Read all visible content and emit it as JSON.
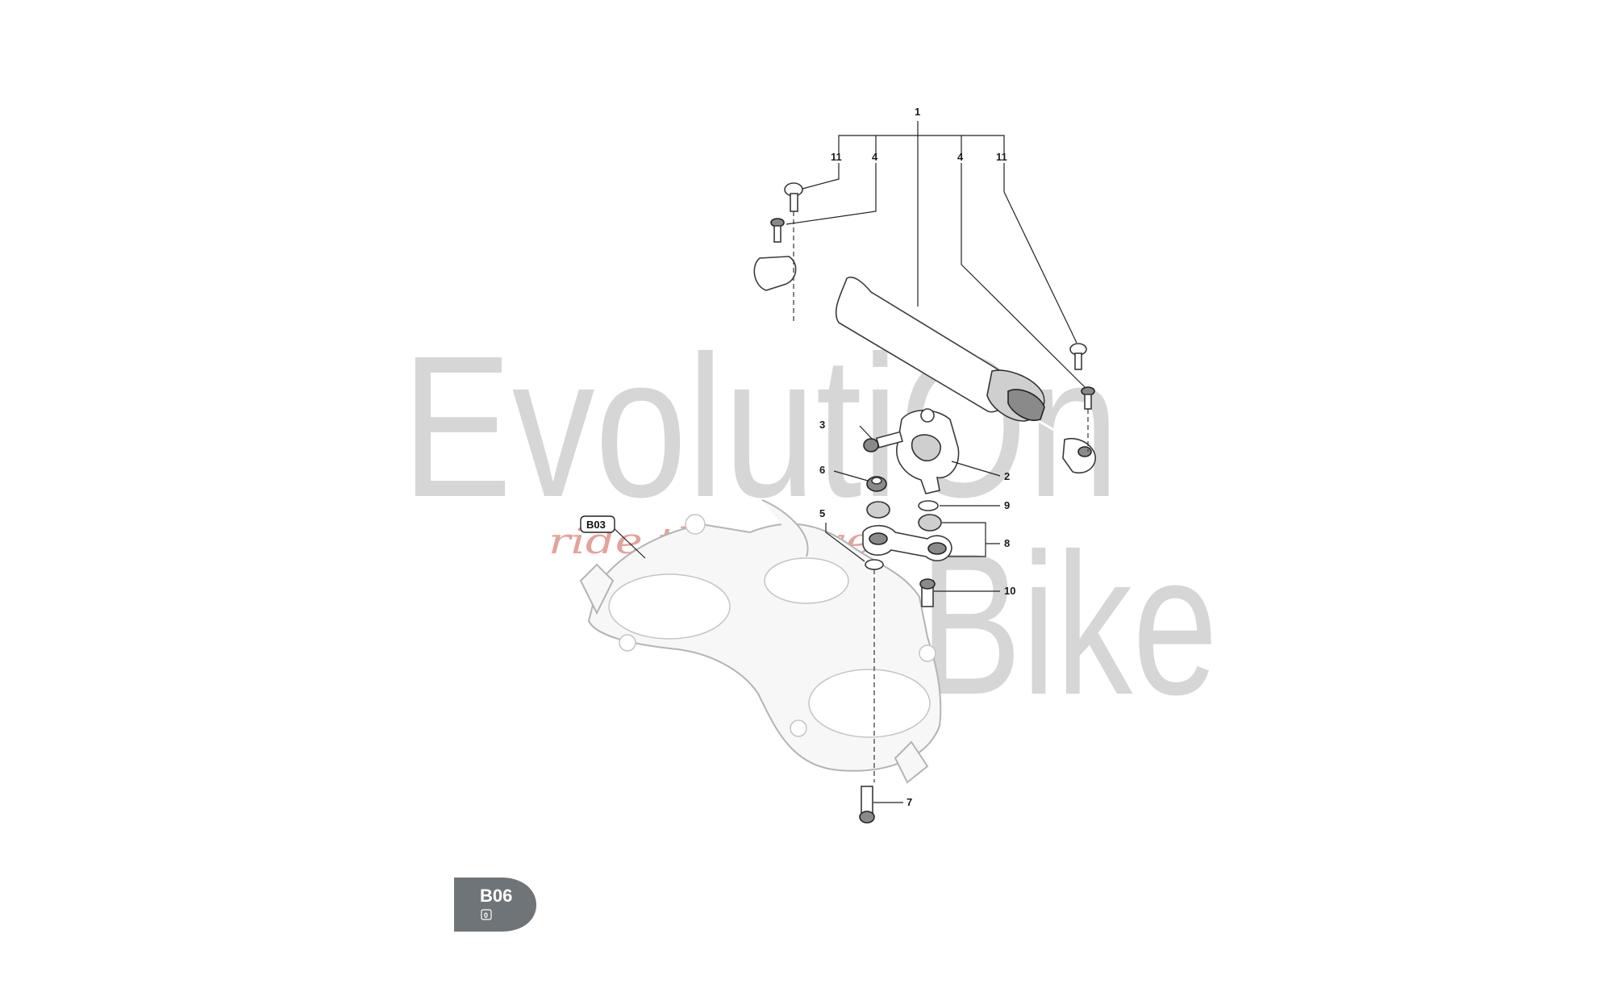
{
  "watermark": {
    "word1": "EvolutiOn",
    "word2": "Bike",
    "tagline": "ride the power",
    "color": "#d6d6d6",
    "tagline_color": "#e3a39a"
  },
  "callouts": {
    "c1": "1",
    "c2": "2",
    "c3": "3",
    "c4a": "4",
    "c4b": "4",
    "c5": "5",
    "c6": "6",
    "c7": "7",
    "c8": "8",
    "c9": "9",
    "c10": "10",
    "c11a": "11",
    "c11b": "11"
  },
  "reference_tag": "B03",
  "section_badge": {
    "code": "B06",
    "revision": "0",
    "color": "#6f7478"
  }
}
